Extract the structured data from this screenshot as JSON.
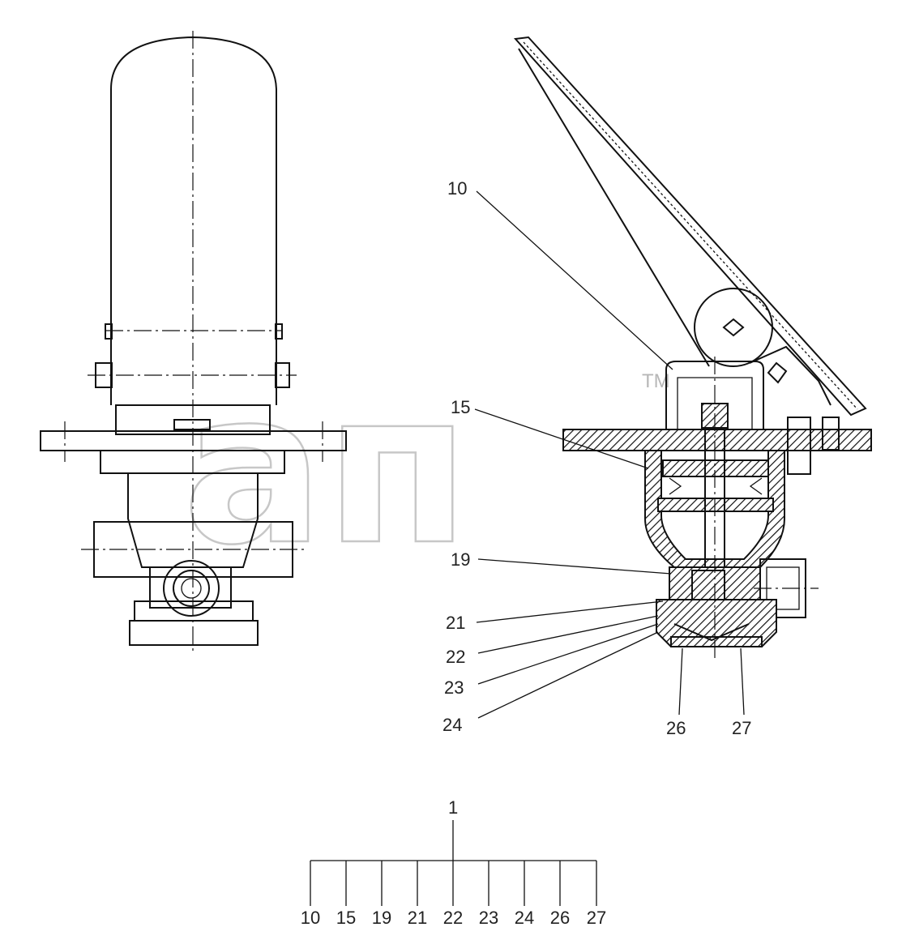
{
  "watermark": {
    "text": "ап",
    "mark": "TM"
  },
  "callouts": [
    "10",
    "15",
    "19",
    "21",
    "22",
    "23",
    "24",
    "26",
    "27"
  ],
  "assembly": {
    "label": "1",
    "parts": [
      "10",
      "15",
      "19",
      "21",
      "22",
      "23",
      "24",
      "26",
      "27"
    ]
  }
}
